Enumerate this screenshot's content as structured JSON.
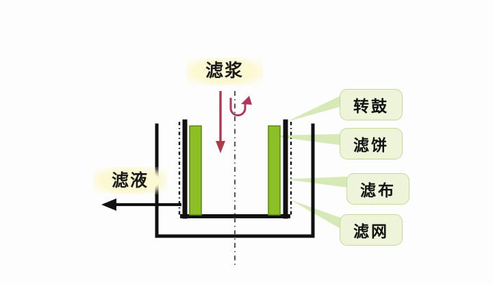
{
  "diagram": {
    "title": "Rotary drum filter cross-section",
    "background_color": "#fdfdfd",
    "colors": {
      "cake_fill": "#8cc024",
      "cake_stroke": "#5f8c18",
      "drum_wall": "#111111",
      "tank_wall": "#111111",
      "screen_dash": "#111111",
      "slurry_arrow": "#b03a4a",
      "rotation_arrow": "#b0365c",
      "filtrate_arrow": "#111111",
      "callout_fill": "#eef4d9",
      "callout_border": "#c3d89a",
      "pointer_line": "#cfe3a8",
      "highlight": "#fbf8d2"
    }
  },
  "labels": {
    "slurry": "滤浆",
    "filtrate": "滤液"
  },
  "callouts": [
    {
      "id": "drum",
      "text": "转鼓"
    },
    {
      "id": "cake",
      "text": "滤饼"
    },
    {
      "id": "cloth",
      "text": "滤布"
    },
    {
      "id": "screen",
      "text": "滤网"
    }
  ],
  "annotations": {
    "centerline_style": "dash-dot",
    "slurry_flow_direction": "down",
    "rotation_direction": "clockwise",
    "filtrate_flow_direction": "left"
  }
}
